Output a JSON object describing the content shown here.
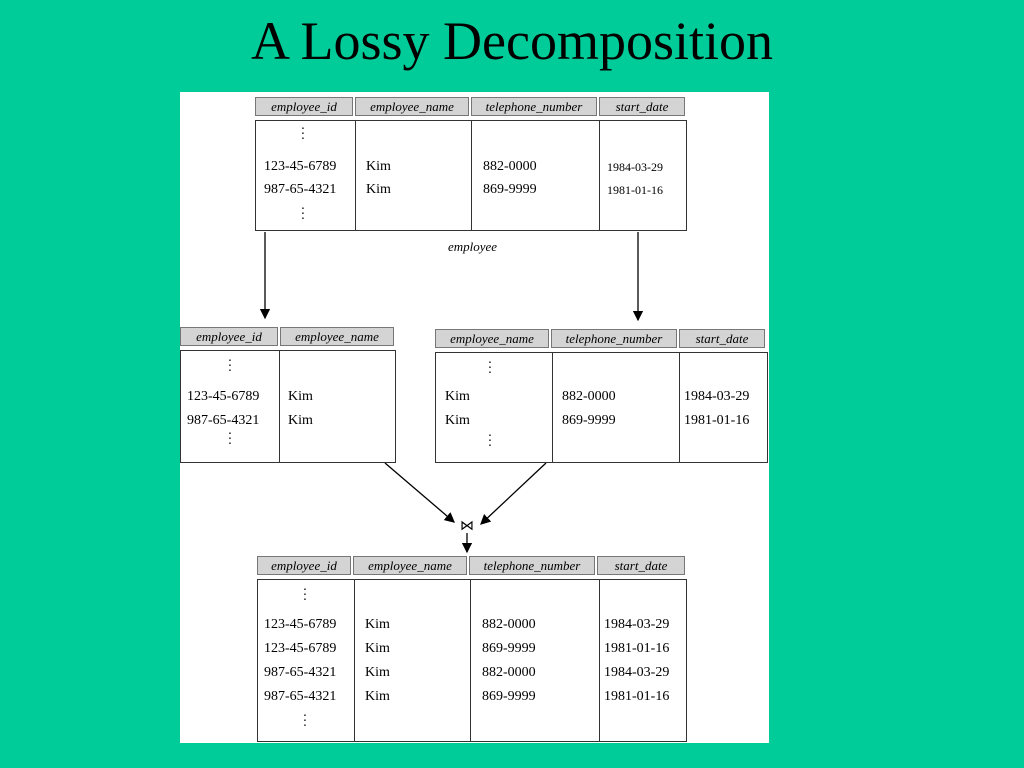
{
  "title": "A Lossy Decomposition",
  "employee": {
    "caption": "employee",
    "columns": [
      "employee_id",
      "employee_name",
      "telephone_number",
      "start_date"
    ],
    "rows": [
      [
        "123-45-6789",
        "Kim",
        "882-0000",
        "1984-03-29"
      ],
      [
        "987-65-4321",
        "Kim",
        "869-9999",
        "1981-01-16"
      ]
    ]
  },
  "left": {
    "columns": [
      "employee_id",
      "employee_name"
    ],
    "rows": [
      [
        "123-45-6789",
        "Kim"
      ],
      [
        "987-65-4321",
        "Kim"
      ]
    ]
  },
  "right": {
    "columns": [
      "employee_name",
      "telephone_number",
      "start_date"
    ],
    "rows": [
      [
        "Kim",
        "882-0000",
        "1984-03-29"
      ],
      [
        "Kim",
        "869-9999",
        "1981-01-16"
      ]
    ]
  },
  "join_symbol": "⋈",
  "result": {
    "columns": [
      "employee_id",
      "employee_name",
      "telephone_number",
      "start_date"
    ],
    "rows": [
      [
        "123-45-6789",
        "Kim",
        "882-0000",
        "1984-03-29"
      ],
      [
        "123-45-6789",
        "Kim",
        "869-9999",
        "1981-01-16"
      ],
      [
        "987-65-4321",
        "Kim",
        "882-0000",
        "1984-03-29"
      ],
      [
        "987-65-4321",
        "Kim",
        "869-9999",
        "1981-01-16"
      ]
    ]
  }
}
